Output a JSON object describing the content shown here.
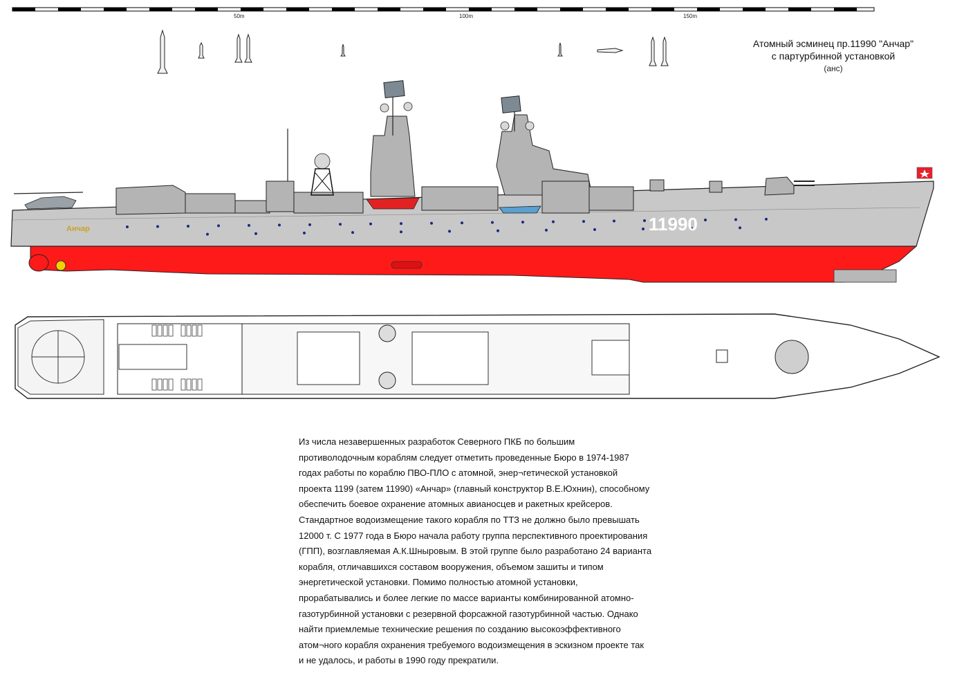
{
  "scale": {
    "labels": [
      "50m",
      "100m",
      "150m"
    ]
  },
  "title": {
    "line1": "Атомный эсминец пр.11990 \"Анчар\"",
    "line2": "с партурбинной установкой",
    "note": "(анс)"
  },
  "hull": {
    "name": "Анчар",
    "number": "11990"
  },
  "colors": {
    "hull_grey": "#c8c8c8",
    "superstructure_grey": "#b4b4b4",
    "underwater_red": "#ff1a1a",
    "deck_white": "#ffffff",
    "line": "#333333",
    "portholes": "#1a2a80",
    "flag_red": "#e8202a"
  },
  "description": {
    "lines": [
      "Из числа незавершенных разработок Северного ПКБ по большим",
      "противолодочным кораблям следует отметить проведенные Бюро в 1974-1987",
      "годах работы по кораблю ПВО-ПЛО с атомной, энер¬гетической установкой",
      "проекта 1199 (затем 11990) «Анчар» (главный конструктор В.Е.Юхнин), способному",
      "обеспечить боевое охранение атомных авианосцев и ракетных крейсеров.",
      "Стандартное водоизмещение такого корабля по ТТЗ не должно было превышать",
      "12000 т. С 1977 года в Бюро начала работу группа перспективного проектирования",
      "(ГПП), возглавляемая А.К.Шныровым. В этой группе было разработано 24 варианта",
      "корабля, отличавшихся составом вооружения, объемом зашиты и типом",
      "энергетической установки. Помимо полностью атомной установки,",
      "прорабатывались и более легкие по массе варианты комбинированной атомно-",
      "газотурбинной установки с резервной форсажной газотурбинной частью. Однако",
      "найти приемлемые технические решения по созданию высокоэффективного",
      "атом¬ного корабля охранения требуемого водоизмещения в эскизном проекте так",
      "и не удалось, и работы в 1990 году прекратили."
    ]
  }
}
